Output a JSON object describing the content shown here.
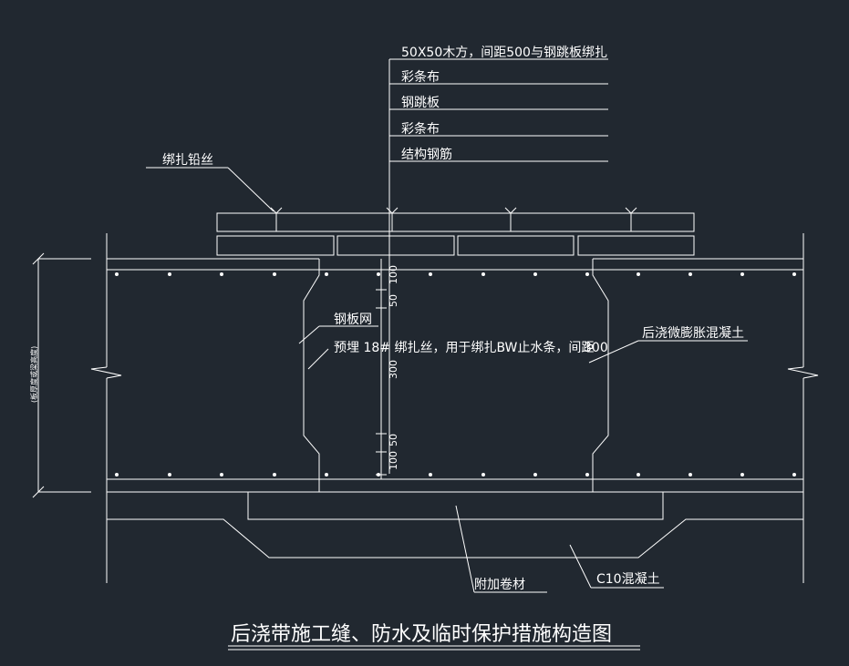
{
  "title": "后浇带施工缝、防水及临时保护措施构造图",
  "layers_top": [
    "50X50木方，间距500与钢跳板绑扎",
    "彩条布",
    "钢跳板",
    "彩条布",
    "结构钢筋"
  ],
  "labels": {
    "tie_wire": "绑扎铅丝",
    "steel_mesh": "钢板网",
    "embedded_note": "预埋 18# 绑扎丝，用于绑扎BW止水条，间距",
    "dim_300_right": "300",
    "post_concrete": "后浇微膨胀混凝土",
    "extra_membrane": "附加卷材",
    "c10": "C10混凝土",
    "left_vertical": "(板厚度或梁高度)"
  },
  "dims_vertical": [
    "100",
    "50",
    "300",
    "50",
    "100"
  ],
  "colors": {
    "background": "#212830",
    "line": "#ffffff"
  }
}
